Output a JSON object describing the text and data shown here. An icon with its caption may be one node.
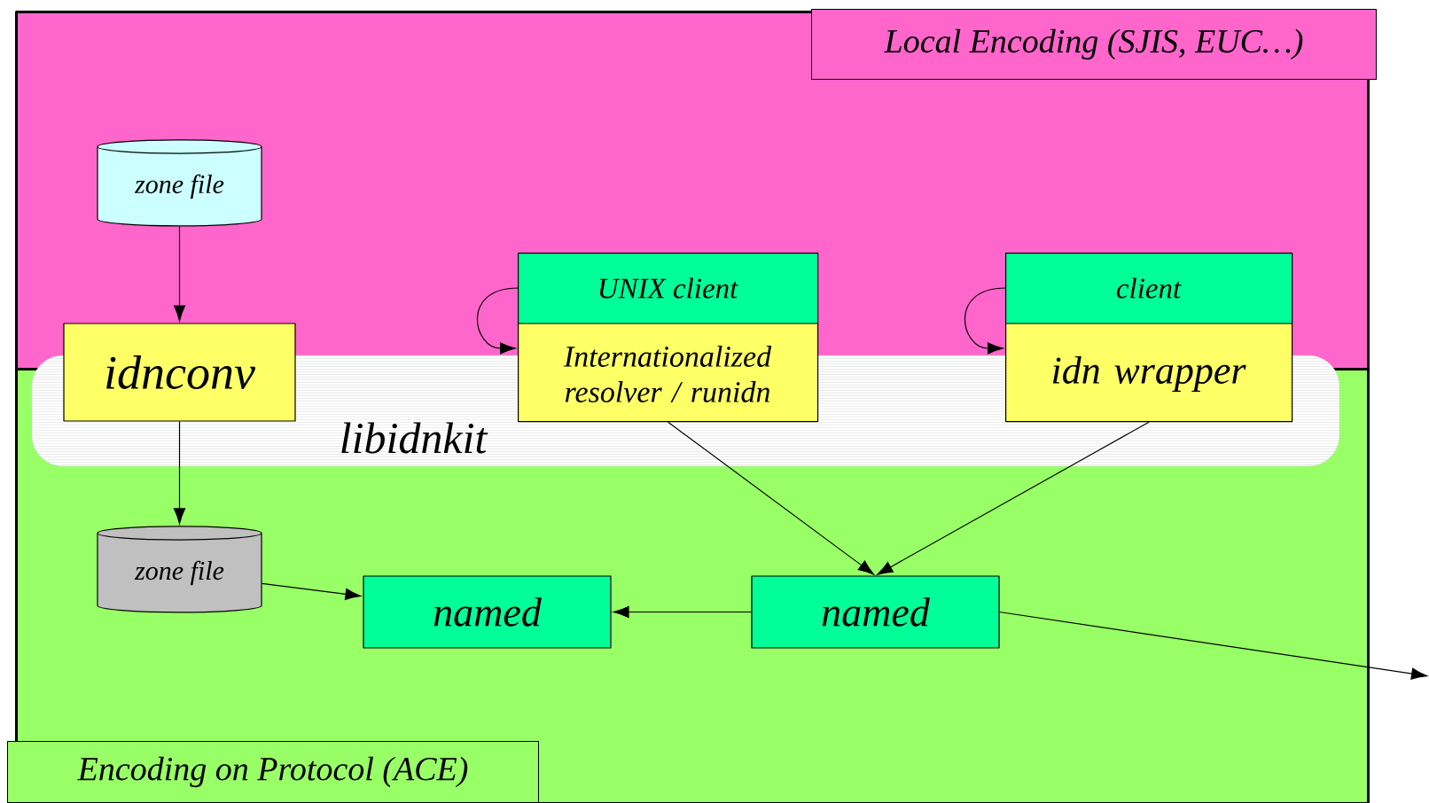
{
  "diagram": {
    "nodes": [
      {
        "text": [
          "Local Encoding (SJIS, EUC…)"
        ]
      },
      {
        "text": [
          "Encoding on Protocol (ACE)"
        ]
      },
      {
        "text": [
          "zone file"
        ],
        "in": 0
      },
      {
        "text": [
          "idnconv"
        ]
      },
      {
        "text": [
          "UNIX client",
          "Internationalized resolver / runidn"
        ]
      },
      {
        "text": [
          "client",
          "idn wrapper"
        ]
      },
      {
        "text": [
          "zone file"
        ],
        "in": 1
      },
      {
        "text": [
          "named"
        ],
        "in": 1
      },
      {
        "text": [
          "named"
        ],
        "in": 1
      }
    ],
    "edges": [
      {
        "from": 2,
        "to": 3,
        "arrow": "to"
      },
      {
        "from": 3,
        "to": 6,
        "arrow": "to"
      },
      {
        "from": 6,
        "to": 7,
        "arrow": "to"
      },
      {
        "from": 8,
        "to": 7,
        "arrow": "to"
      },
      {
        "from": 4,
        "to": 8,
        "arrow": "to"
      },
      {
        "from": 5,
        "to": 8,
        "arrow": "to"
      },
      {
        "from": 4,
        "to": 4,
        "arrow": "to"
      },
      {
        "from": 5,
        "to": 5,
        "arrow": "to"
      },
      {
        "from": 8,
        "to": null,
        "arrow": "to"
      }
    ],
    "labels": [
      "libidnkit"
    ]
  }
}
